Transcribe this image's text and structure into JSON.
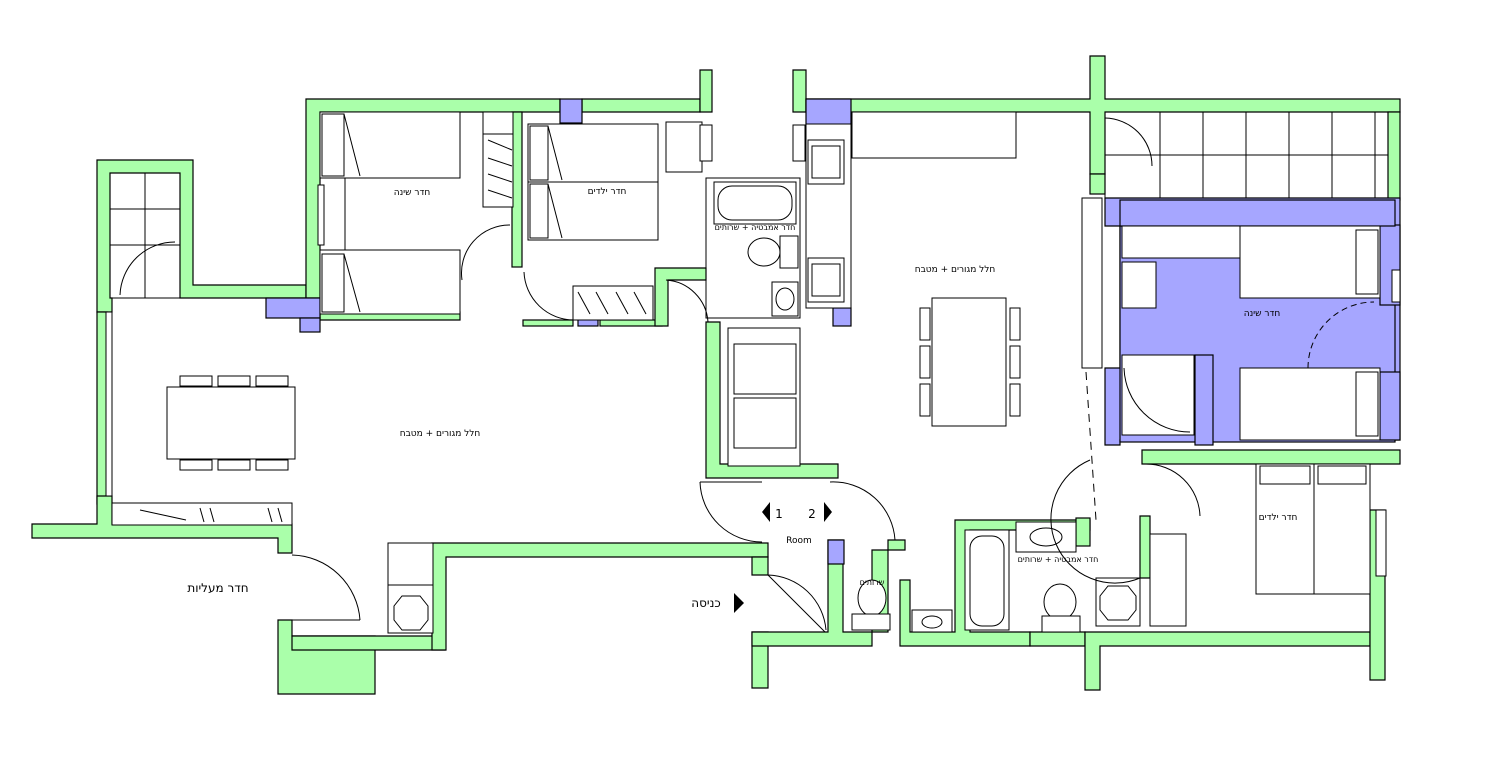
{
  "labels": {
    "living_left": "חלל מגורים + מטבח",
    "living_right": "חלל מגורים + מטבח",
    "bedroom_left": "חדר שינה",
    "kids_left": "חדר ילדים",
    "bath_top": "חדר אמבטיה + שרותים",
    "bedroom_right": "חדר שינה",
    "kids_right": "חדר ילדים",
    "bath_bottom": "חדר אמבטיה + שרותים",
    "toilet": "שרותים",
    "stairwell": "חדר מעליות",
    "entrance": "כניסה",
    "room": "Room",
    "door_1": "1",
    "door_2": "2"
  },
  "colors": {
    "wall": "#aaffaa",
    "column": "#a6a6ff",
    "line": "#000000",
    "background": "#ffffff"
  }
}
